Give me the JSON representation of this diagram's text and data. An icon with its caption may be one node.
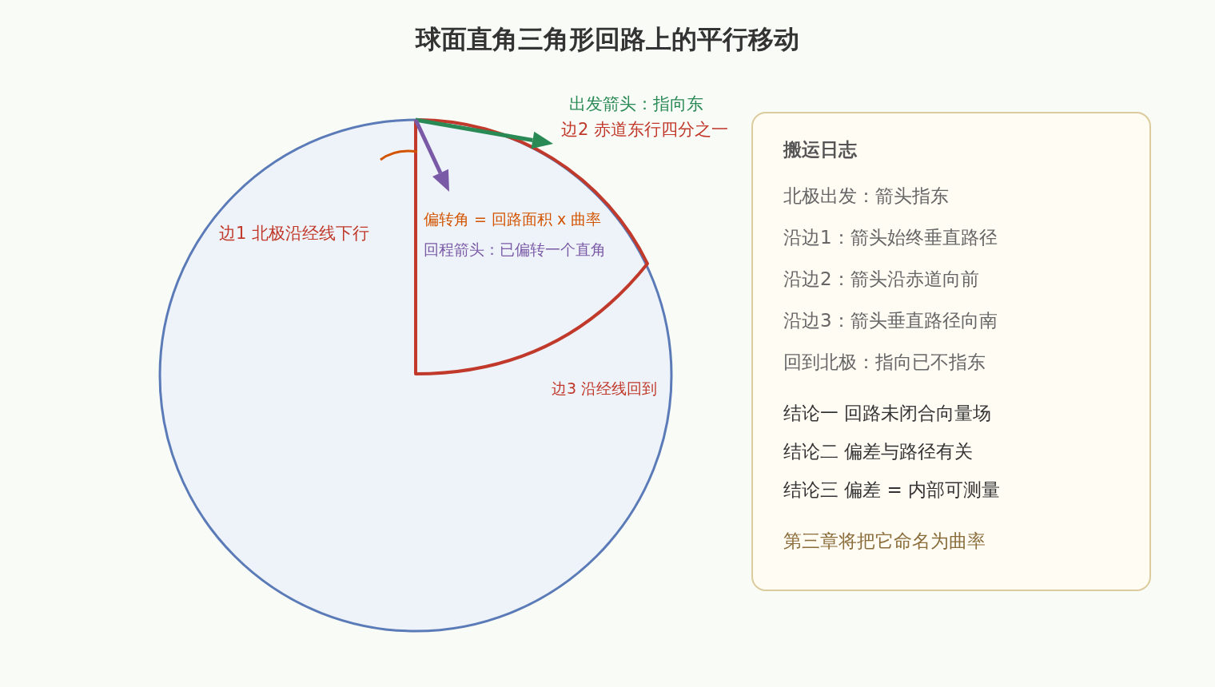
{
  "diagram": {
    "title": "球面直角三角形回路上的平行移动",
    "nodes": [
      {
        "text": [
          "搬运日志",
          "北极出发：箭头指东",
          "沿边1：箭头始终垂直路径",
          "沿边2：箭头沿赤道向前",
          "沿边3：箭头垂直路径向南",
          "回到北极：指向已不指东",
          "结论一 回路未闭合向量场",
          "结论二 偏差与路径有关",
          "结论三 偏差 = 内部可测量",
          "第三章将把它命名为曲率"
        ]
      }
    ],
    "labels": [
      "出发箭头：指向东",
      "边2 赤道东行四分之一",
      "偏转角 = 回路面积 x 曲率",
      "回程箭头：已偏转一个直角",
      "边1 北极沿经线下行",
      "边3 沿经线回到"
    ]
  }
}
